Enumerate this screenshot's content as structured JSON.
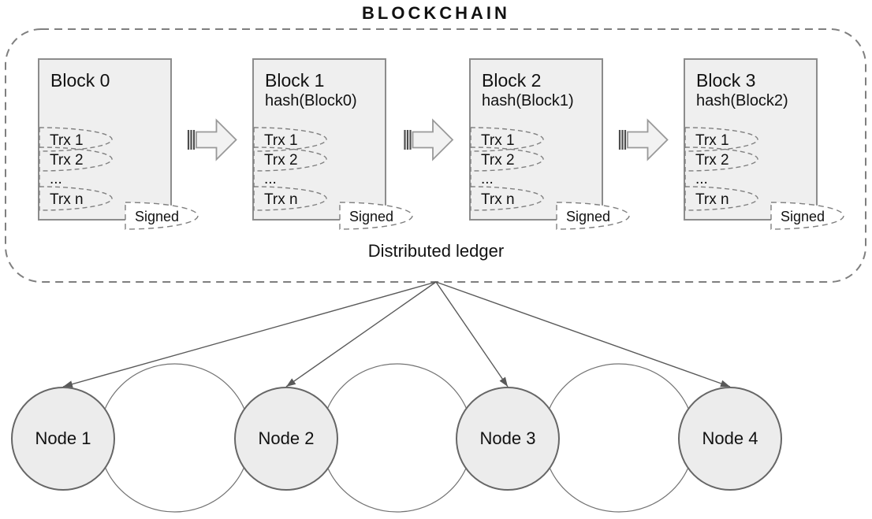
{
  "title": "BLOCKCHAIN",
  "ledger_label": "Distributed ledger",
  "blocks": [
    {
      "name": "Block 0",
      "hash": "",
      "transactions": [
        "Trx 1",
        "Trx 2",
        "...",
        "Trx n"
      ],
      "signed_label": "Signed"
    },
    {
      "name": "Block 1",
      "hash": "hash(Block0)",
      "transactions": [
        "Trx 1",
        "Trx 2",
        "...",
        "Trx n"
      ],
      "signed_label": "Signed"
    },
    {
      "name": "Block 2",
      "hash": "hash(Block1)",
      "transactions": [
        "Trx 1",
        "Trx 2",
        "...",
        "Trx n"
      ],
      "signed_label": "Signed"
    },
    {
      "name": "Block 3",
      "hash": "hash(Block2)",
      "transactions": [
        "Trx 1",
        "Trx 2",
        "...",
        "Trx n"
      ],
      "signed_label": "Signed"
    }
  ],
  "nodes": [
    {
      "label": "Node 1"
    },
    {
      "label": "Node 2"
    },
    {
      "label": "Node 3"
    },
    {
      "label": "Node 4"
    }
  ],
  "colors": {
    "title": "#ff0000",
    "block_fill": "#efefef",
    "outline_gray": "#7f7f7f",
    "node_fill": "#ececec",
    "line": "#595959"
  }
}
